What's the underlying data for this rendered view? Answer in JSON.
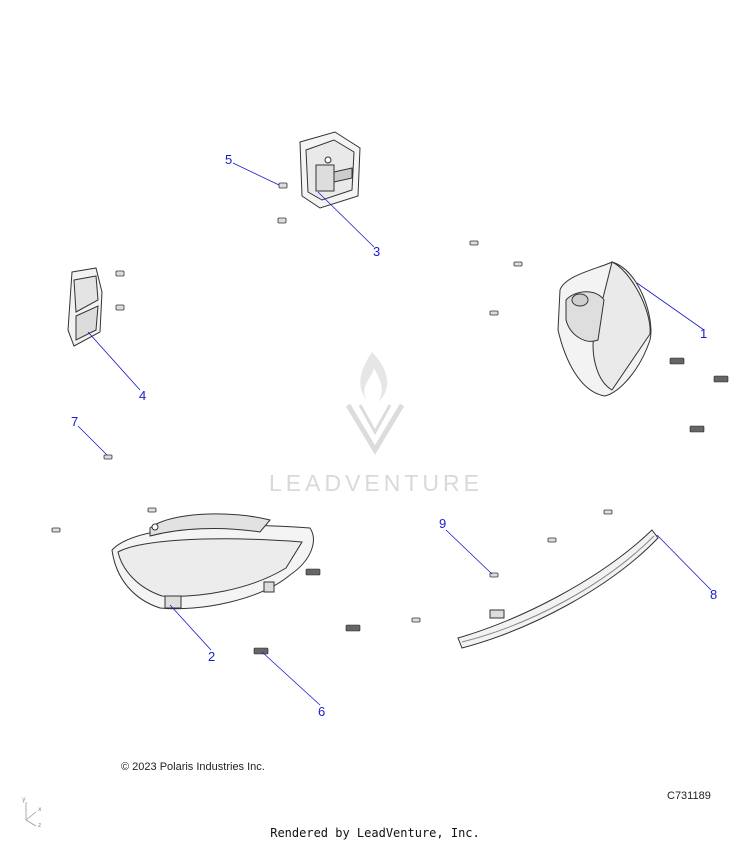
{
  "callouts": [
    {
      "label": "1"
    },
    {
      "label": "2"
    },
    {
      "label": "3"
    },
    {
      "label": "4"
    },
    {
      "label": "5"
    },
    {
      "label": "6"
    },
    {
      "label": "7"
    },
    {
      "label": "8"
    },
    {
      "label": "9"
    }
  ],
  "copyright": "© 2023 Polaris Industries Inc.",
  "part_code": "C731189",
  "rendered_by": "Rendered by LeadVenture, Inc.",
  "watermark": {
    "text": "LEADVENTURE",
    "icon": "flame-v-logo-icon"
  },
  "axis_indicator": {
    "x": "x",
    "y": "y",
    "z": "z"
  },
  "colors": {
    "callout": "#1a1acc",
    "line_art": "#333333",
    "watermark": "#d9d9d9"
  }
}
